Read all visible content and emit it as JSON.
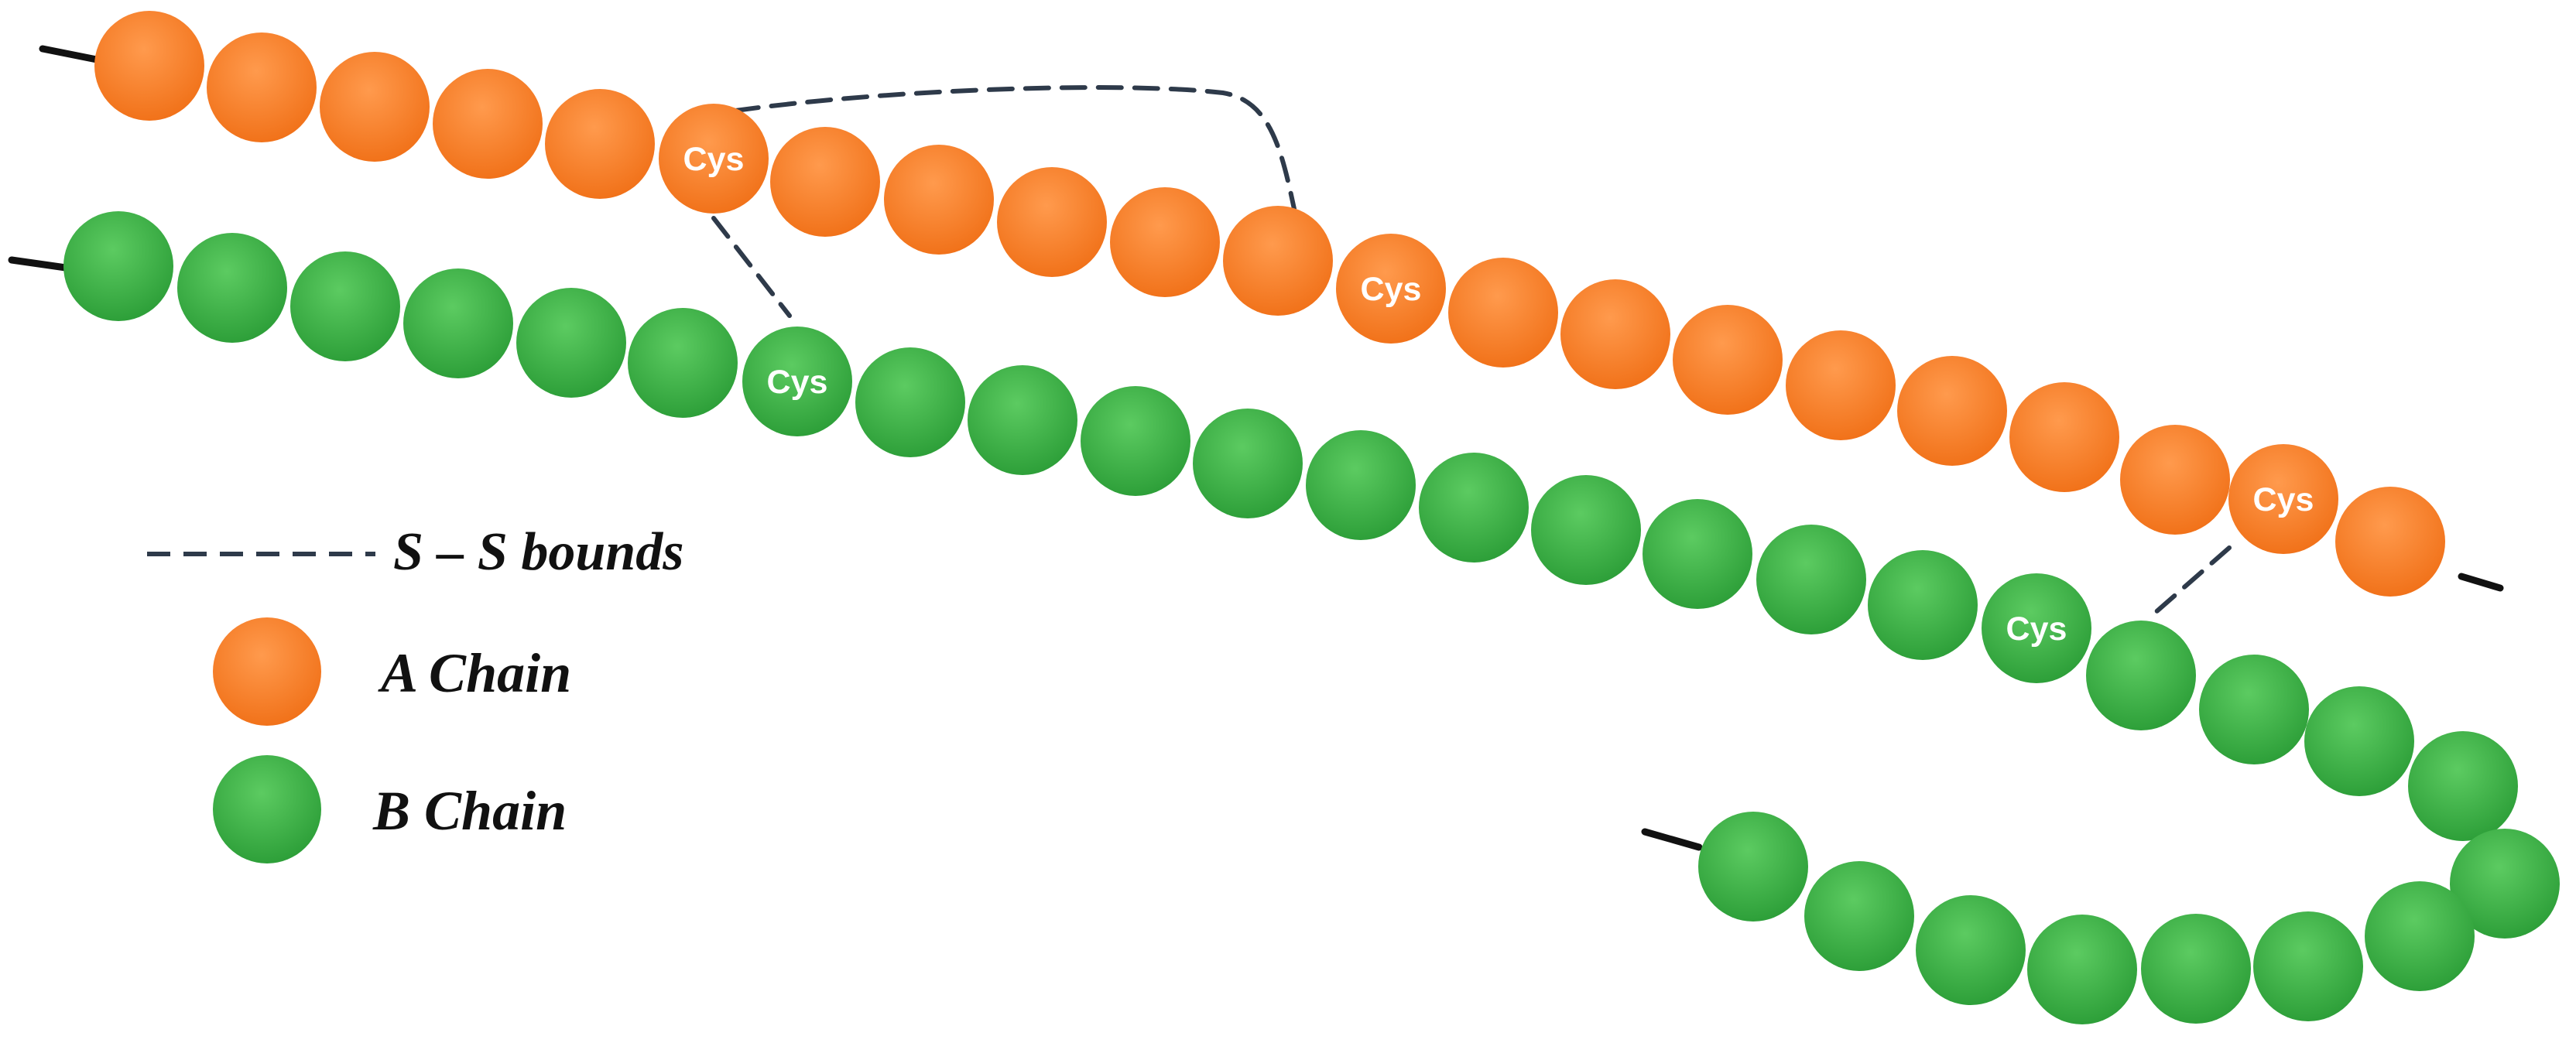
{
  "colors": {
    "a_chain": "#f5802e",
    "b_chain": "#38b043",
    "bond": "#2e3a4a",
    "tail": "#111111"
  },
  "beads": {
    "cys_label": "Cys"
  },
  "legend": {
    "bond_label": "S – S bounds",
    "a_label": "A Chain",
    "b_label": "B Chain"
  }
}
